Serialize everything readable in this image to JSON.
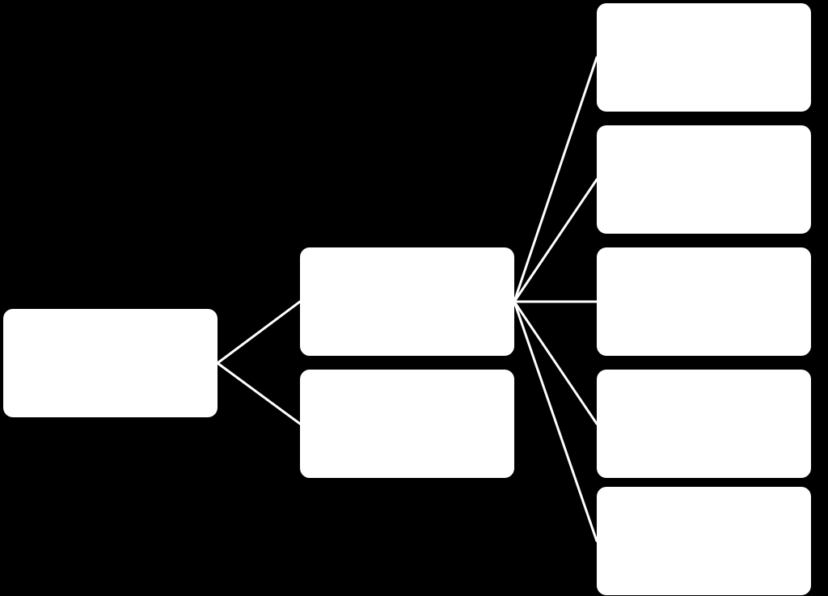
{
  "diagram": {
    "colors": {
      "background": "#000000",
      "node_fill": "#ffffff",
      "connector": "#ffffff"
    },
    "nodes": [
      {
        "id": "root",
        "label": ""
      },
      {
        "id": "branch-1",
        "label": ""
      },
      {
        "id": "branch-2",
        "label": ""
      },
      {
        "id": "leaf-1",
        "label": ""
      },
      {
        "id": "leaf-2",
        "label": ""
      },
      {
        "id": "leaf-3",
        "label": ""
      },
      {
        "id": "leaf-4",
        "label": ""
      },
      {
        "id": "leaf-5",
        "label": ""
      }
    ],
    "edges": [
      {
        "from": "root",
        "to": "branch-1"
      },
      {
        "from": "root",
        "to": "branch-2"
      },
      {
        "from": "branch-1",
        "to": "leaf-1"
      },
      {
        "from": "branch-1",
        "to": "leaf-2"
      },
      {
        "from": "branch-1",
        "to": "leaf-3"
      },
      {
        "from": "branch-1",
        "to": "leaf-4"
      },
      {
        "from": "branch-1",
        "to": "leaf-5"
      }
    ]
  }
}
